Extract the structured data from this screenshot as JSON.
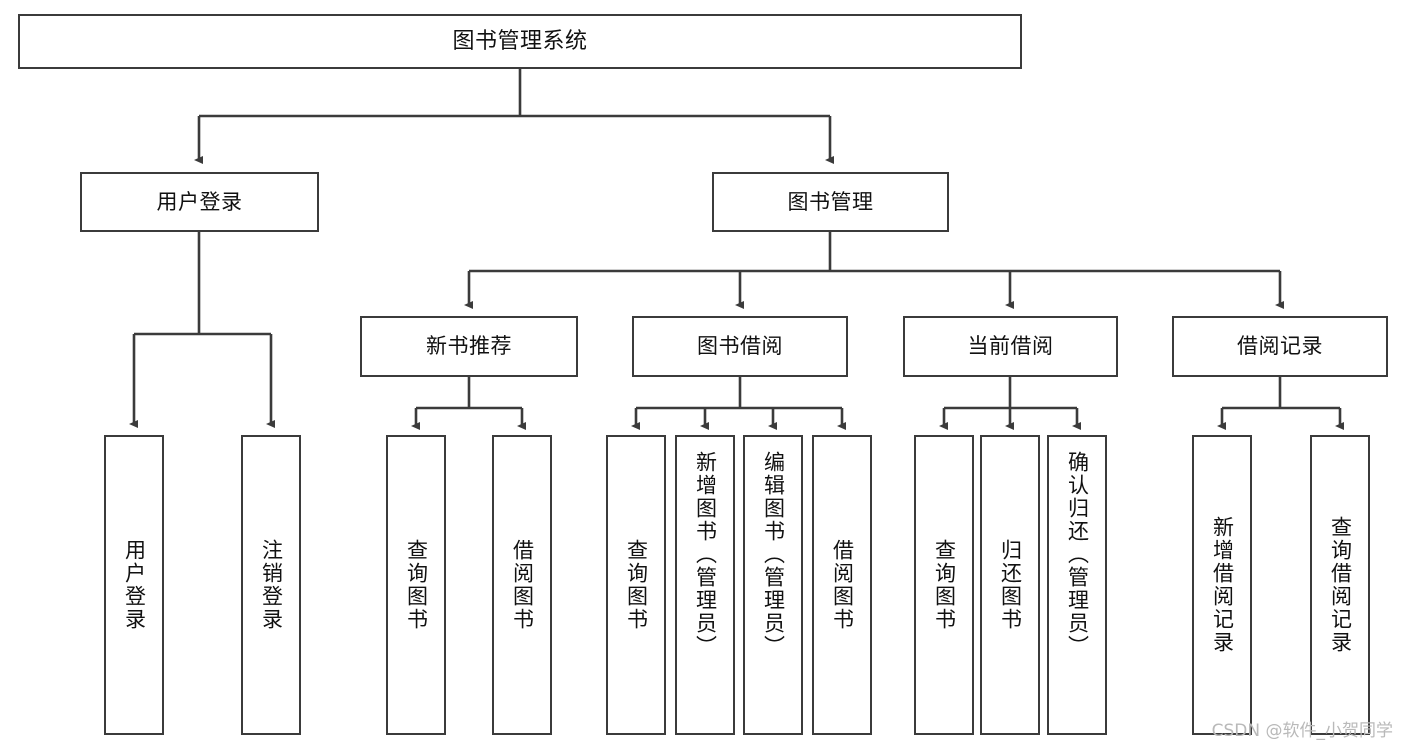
{
  "diagram": {
    "title": "图书管理系统",
    "type": "tree-hierarchy",
    "root": {
      "label": "图书管理系统"
    },
    "level1": [
      {
        "label": "用户登录"
      },
      {
        "label": "图书管理"
      }
    ],
    "level2": [
      {
        "label": "新书推荐"
      },
      {
        "label": "图书借阅"
      },
      {
        "label": "当前借阅"
      },
      {
        "label": "借阅记录"
      }
    ],
    "leaves": {
      "user_login": [
        {
          "label": "用户登录"
        },
        {
          "label": "注销登录"
        }
      ],
      "new_book_recommend": [
        {
          "label": "查询图书"
        },
        {
          "label": "借阅图书"
        }
      ],
      "book_borrow": [
        {
          "label": "查询图书"
        },
        {
          "label": "新增图书（管理员）"
        },
        {
          "label": "编辑图书（管理员）"
        },
        {
          "label": "借阅图书"
        }
      ],
      "current_borrow": [
        {
          "label": "查询图书"
        },
        {
          "label": "归还图书"
        },
        {
          "label": "确认归还（管理员）"
        }
      ],
      "borrow_record": [
        {
          "label": "新增借阅记录"
        },
        {
          "label": "查询借阅记录"
        }
      ]
    }
  },
  "watermark": {
    "text": "CSDN @软件_小贺同学"
  },
  "colors": {
    "border": "#3b3b3b",
    "text": "#111111",
    "background": "#ffffff",
    "watermark": "#b9b9b9"
  }
}
